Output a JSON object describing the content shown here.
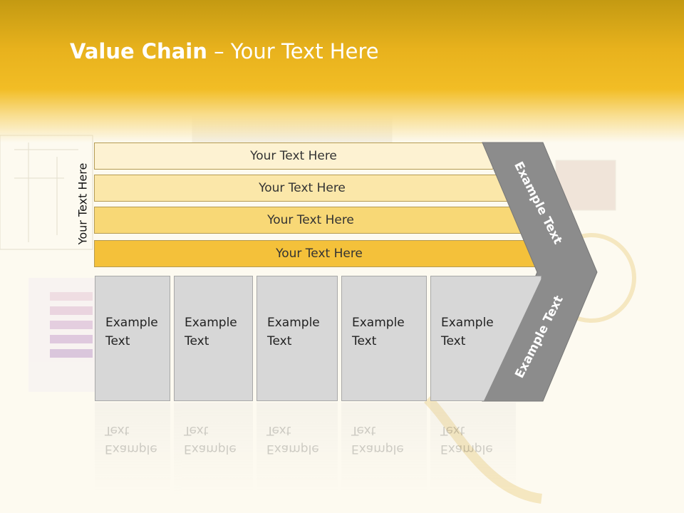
{
  "slide": {
    "title_bold": "Value Chain",
    "title_rest": " – Your Text Here"
  },
  "side_label": "Your Text Here",
  "bands": [
    {
      "label": "Your Text Here",
      "color": "#fdf2d2"
    },
    {
      "label": "Your Text Here",
      "color": "#fbe7a9"
    },
    {
      "label": "Your Text Here",
      "color": "#f8d876"
    },
    {
      "label": "Your Text Here",
      "color": "#f4c13a"
    }
  ],
  "boxes": [
    {
      "line1": "Example",
      "line2": "Text"
    },
    {
      "line1": "Example",
      "line2": "Text"
    },
    {
      "line1": "Example",
      "line2": "Text"
    },
    {
      "line1": "Example",
      "line2": "Text"
    },
    {
      "line1": "Example",
      "line2": "Text"
    }
  ],
  "chevron": {
    "upper_label": "Example Text",
    "lower_label": "Example Text",
    "color": "#8c8c8c"
  }
}
